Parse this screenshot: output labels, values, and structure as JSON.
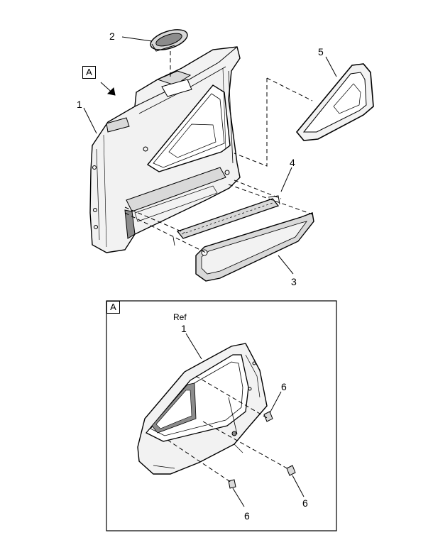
{
  "callouts": {
    "c1": "1",
    "c2": "2",
    "c3": "3",
    "c4": "4",
    "c5": "5",
    "c6a": "6",
    "c6b": "6",
    "c6c": "6",
    "detail_c1": "1"
  },
  "view_label": "A",
  "detail": {
    "label": "A",
    "ref_text": "Ref"
  },
  "colors": {
    "line": "#000000",
    "fill_light": "#f2f2f2",
    "fill_mid": "#d9d9d9",
    "fill_dark": "#8c8c8c"
  }
}
